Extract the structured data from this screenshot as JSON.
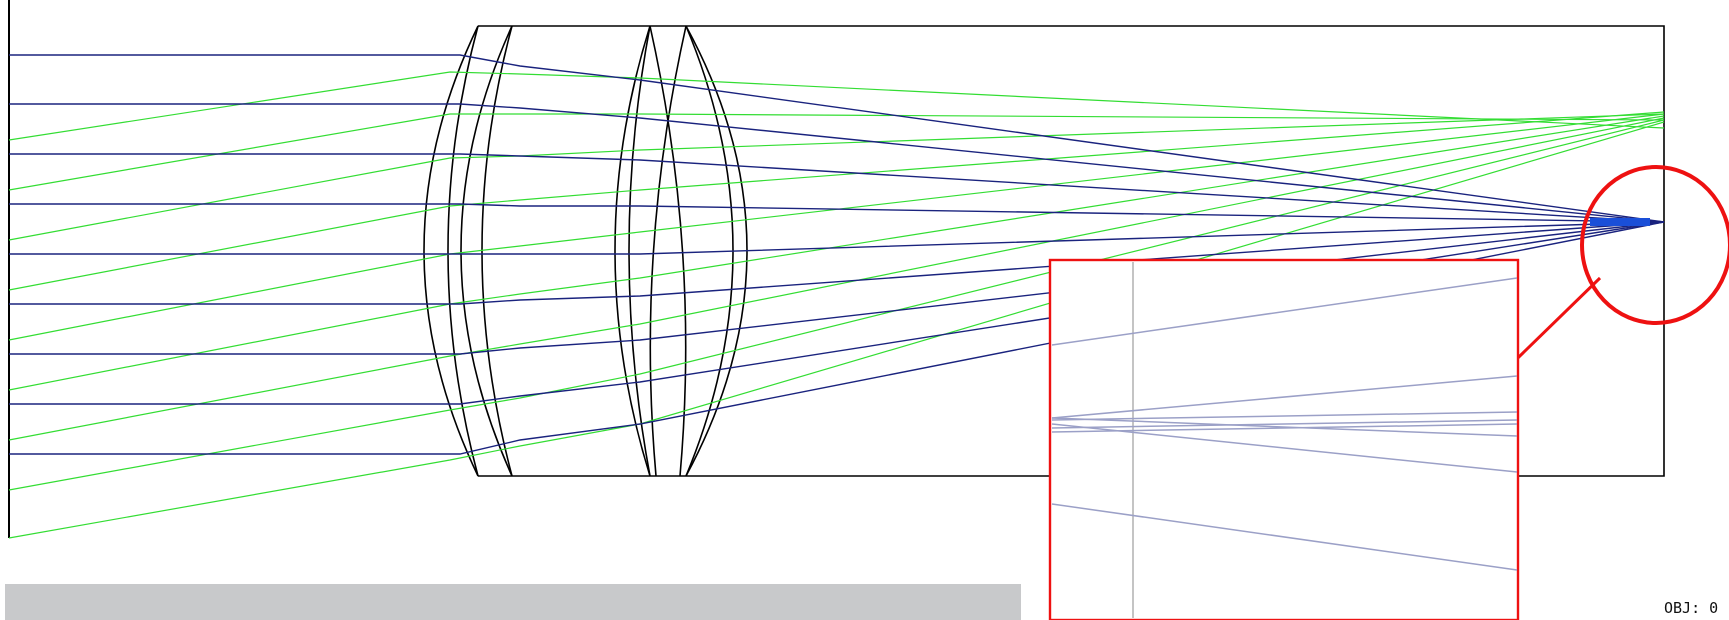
{
  "footer": {
    "obj_label": "OBJ: 0"
  },
  "colors": {
    "lens_outline": "#000000",
    "axis_ray": "#1a237e",
    "field_ray": "#33dd33",
    "focus_mark": "#1a4fd8",
    "callout": "#ee1111",
    "zoom_ray": "#9ba0c7",
    "zoom_grid": "#b0b0b0",
    "status_bar": "#c8c9cb"
  },
  "diagram": {
    "description_items": [
      "lens-element-1",
      "lens-element-2",
      "on-axis-ray-bundle",
      "off-axis-ray-bundle",
      "focus-callout",
      "zoom-inset"
    ]
  }
}
